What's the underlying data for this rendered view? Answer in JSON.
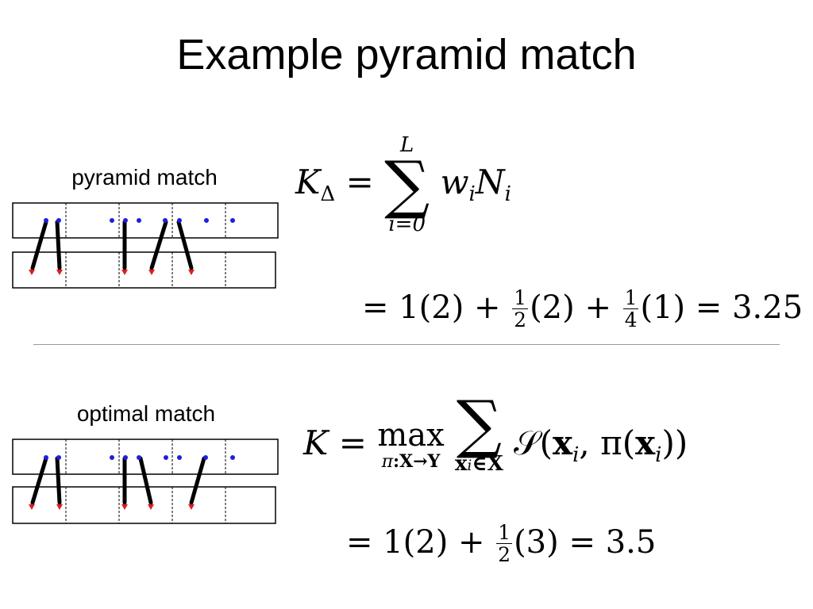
{
  "slide": {
    "title": "Example pyramid match"
  },
  "pyramid": {
    "label": "pyramid match",
    "eq1": {
      "K": "K",
      "K_sub": "Δ",
      "equals": "=",
      "sum_top": "L",
      "sum_symbol": "∑",
      "sum_bottom": "i=0",
      "term_w": "w",
      "term_w_sub": "i",
      "term_N": "N",
      "term_N_sub": "i"
    },
    "eq2": {
      "equals_1": "=",
      "part_1": "1(2) +",
      "frac_1_num": "1",
      "frac_1_den": "2",
      "part_2": "(2) +",
      "frac_2_num": "1",
      "frac_2_den": "4",
      "part_3": "(1) =",
      "result": "3.25"
    }
  },
  "optimal": {
    "label": "optimal match",
    "eq1": {
      "K": "K",
      "equals": "=",
      "max_word": "max",
      "max_sub_pi": "π",
      "max_sub_rest": ":X→Y",
      "sum_symbol": "∑",
      "sum_sub_x": "x",
      "sum_sub_i": "i",
      "sum_sub_rest": "∈X",
      "S": "𝒮",
      "paren_open": "(",
      "x1": "x",
      "x1_sub": "i",
      "comma_pi": ", π(",
      "x2": "x",
      "x2_sub": "i",
      "paren_close": "))"
    },
    "eq2": {
      "equals_1": "=",
      "part_1": "1(2) +",
      "frac_num": "1",
      "frac_den": "2",
      "part_2": "(3) =",
      "result": "3.5"
    }
  },
  "colors": {
    "point": "#1f1fd8",
    "arrow_head": "#e11b1b",
    "line": "#000000",
    "divider": "#999999"
  }
}
